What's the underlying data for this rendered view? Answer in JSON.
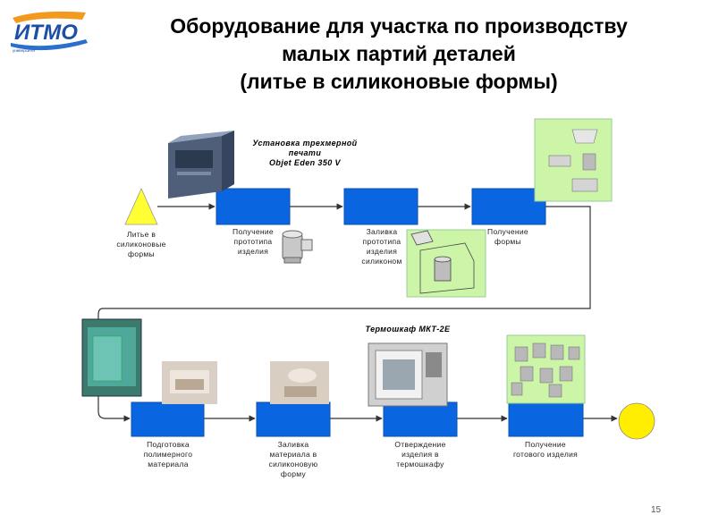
{
  "logo": {
    "text": "ИТМО",
    "subtitle": "университет"
  },
  "title": {
    "line1": "Оборудование для участка по производству",
    "line2": "малых партий деталей",
    "line3": "(литье в силиконовые формы)"
  },
  "labels": {
    "printer": {
      "line1": "Установка трехмерной",
      "line2": "печати",
      "line3": "Objet Eden 350 V"
    },
    "thermo": "Термошкаф МКТ-2Е"
  },
  "top_row": [
    {
      "line1": "Литье в",
      "line2": "силиконовые",
      "line3": "формы"
    },
    {
      "line1": "Получение",
      "line2": "прототипа",
      "line3": "изделия"
    },
    {
      "line1": "Заливка",
      "line2": "прототипа",
      "line3": "изделия",
      "line4": "силиконом"
    },
    {
      "line1": "Получение",
      "line2": "формы"
    }
  ],
  "bottom_row": [
    {
      "line1": "Подготовка",
      "line2": "полимерного",
      "line3": "материала"
    },
    {
      "line1": "Заливка",
      "line2": "материала в",
      "line3": "силиконовую",
      "line4": "форму"
    },
    {
      "line1": "Отверждение",
      "line2": "изделия в",
      "line3": "термошкафу"
    },
    {
      "line1": "Получение",
      "line2": "готового изделия"
    }
  ],
  "page_number": "15",
  "colors": {
    "box": "#0a66e0",
    "box_border": "#0a4fae",
    "triangle": "#ffff33",
    "circle": "#ffee00",
    "flow_line": "#333333",
    "green_panel": "#ccf5a8"
  }
}
